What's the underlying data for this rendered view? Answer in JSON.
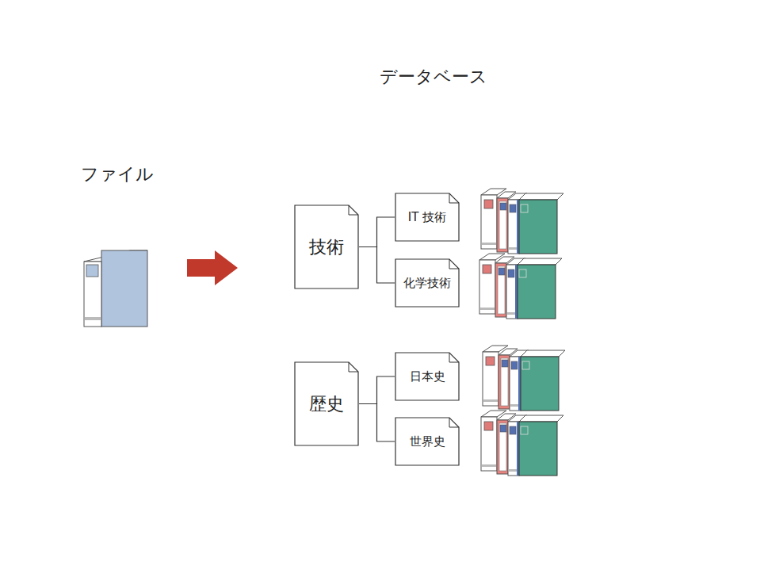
{
  "diagram": {
    "nodes": [
      {
        "text": [
          "ファイル"
        ]
      },
      {
        "text": [
          "データベース"
        ]
      },
      {
        "text": [
          "技術"
        ],
        "in": 1
      },
      {
        "text": [
          "IT 技術"
        ],
        "in": 1
      },
      {
        "text": [
          "化学技術"
        ],
        "in": 1
      },
      {
        "text": [
          "歴史"
        ],
        "in": 1
      },
      {
        "text": [
          "日本史"
        ],
        "in": 1
      },
      {
        "text": [
          "世界史"
        ],
        "in": 1
      }
    ],
    "edges": [
      {
        "from": 0,
        "to": 1,
        "arrow": "to"
      },
      {
        "from": 2,
        "to": 3,
        "arrow": "none"
      },
      {
        "from": 2,
        "to": 4,
        "arrow": "none"
      },
      {
        "from": 5,
        "to": 6,
        "arrow": "none"
      },
      {
        "from": 5,
        "to": 7,
        "arrow": "none"
      }
    ]
  }
}
